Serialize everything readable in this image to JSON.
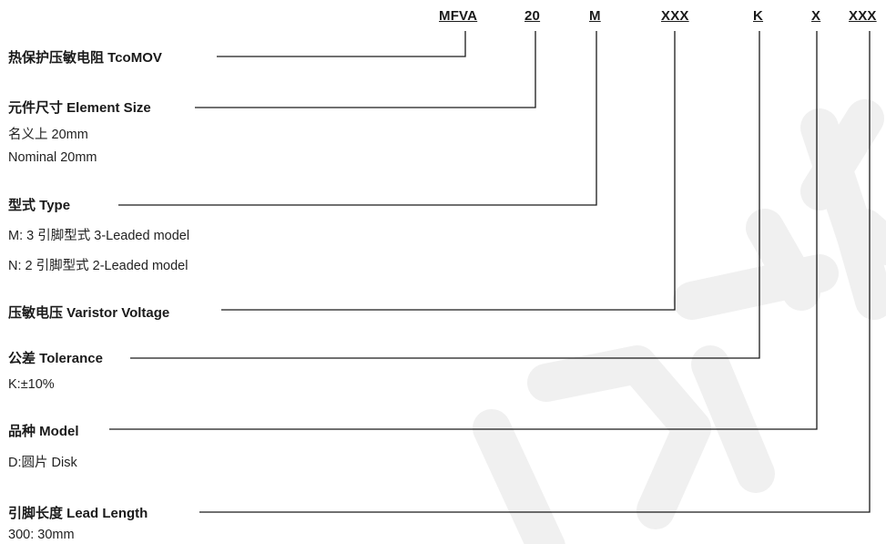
{
  "code_segments": [
    {
      "id": "series",
      "text": "MFVA"
    },
    {
      "id": "size",
      "text": "20"
    },
    {
      "id": "type",
      "text": "M"
    },
    {
      "id": "voltage",
      "text": "XXX"
    },
    {
      "id": "tolerance",
      "text": "K"
    },
    {
      "id": "model",
      "text": "X"
    },
    {
      "id": "lead",
      "text": "XXX"
    }
  ],
  "sections": [
    {
      "title": "热保护压敏电阻 TcoMOV",
      "lines": []
    },
    {
      "title": "元件尺寸 Element Size",
      "lines": [
        "名义上 20mm",
        "Nominal 20mm"
      ]
    },
    {
      "title": "型式 Type",
      "lines": [
        "M: 3 引脚型式 3-Leaded model",
        "N: 2 引脚型式 2-Leaded model"
      ]
    },
    {
      "title": "压敏电压 Varistor Voltage",
      "lines": []
    },
    {
      "title": "公差 Tolerance",
      "lines": [
        "K:±10%"
      ]
    },
    {
      "title": "品种 Model",
      "lines": [
        "D:圆片 Disk"
      ]
    },
    {
      "title": "引脚长度 Lead Length",
      "lines": [
        "300: 30mm"
      ]
    }
  ],
  "colors": {
    "line": "#1a1a1a",
    "watermark": "#f0f0f0"
  }
}
